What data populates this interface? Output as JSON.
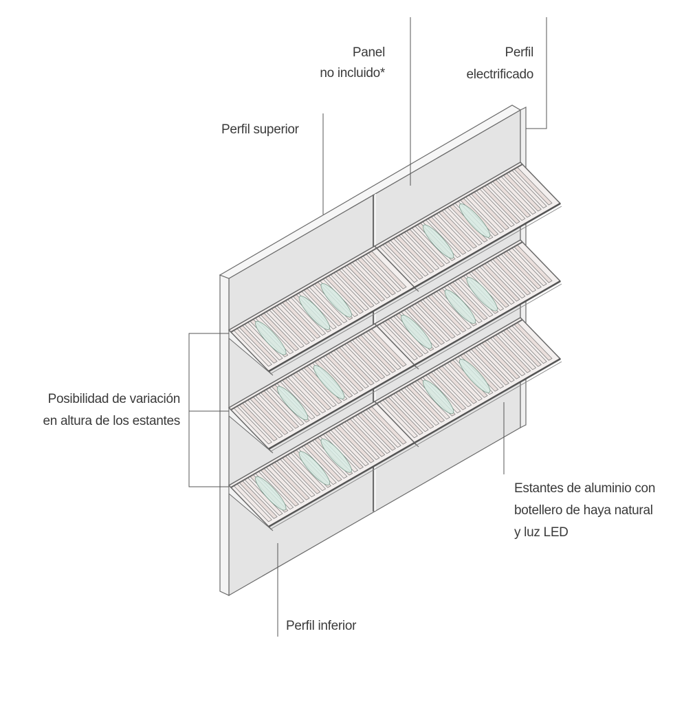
{
  "labels": {
    "panel": [
      "Panel",
      "no incluido*"
    ],
    "perfil_electrificado": [
      "Perfil",
      "electrificado"
    ],
    "perfil_superior": "Perfil superior",
    "variacion": [
      "Posibilidad de variación",
      "en altura de los estantes"
    ],
    "estantes": [
      "Estantes de aluminio con",
      "botellero de haya natural",
      "y luz LED"
    ],
    "perfil_inferior": "Perfil inferior"
  },
  "colors": {
    "panel": "#e4e4e4",
    "panel_edge": "#f4f4f4",
    "outline": "#6a6a6a",
    "slat": "#eadfdc",
    "bottle": "#d6ebe3"
  },
  "shelf_rows": 3,
  "shelves_per_row": 2
}
